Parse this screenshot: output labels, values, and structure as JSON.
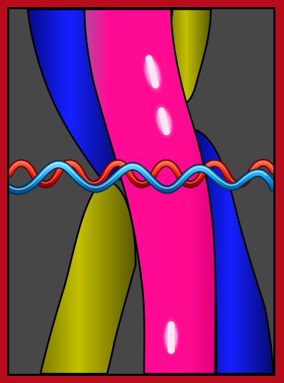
{
  "artwork": {
    "background_color": "#474747",
    "frame_color": "#b80c1c",
    "border_color": "#000000",
    "ribbons": [
      {
        "name": "blue-ribbon",
        "color": "#0f20e6",
        "shadow": "#050a6e"
      },
      {
        "name": "olive-ribbon",
        "color": "#b8b400",
        "shadow": "#6c6a00"
      },
      {
        "name": "magenta-ribbon",
        "color": "#ff0a95",
        "highlight": "#ffd6f0"
      }
    ],
    "waves": [
      {
        "name": "red-wave",
        "color": "#ff2a10",
        "shadow": "#a00000"
      },
      {
        "name": "cyan-wave",
        "color": "#18a8f0",
        "shadow": "#0a5a98"
      }
    ]
  }
}
